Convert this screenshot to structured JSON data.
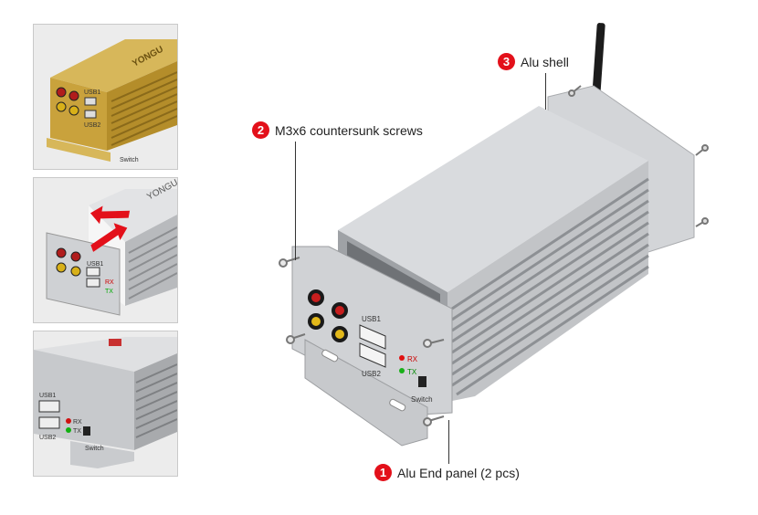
{
  "thumbnails": [
    {
      "brand": "YONGU",
      "labels": [
        "USB1",
        "USB2",
        "Switch"
      ]
    },
    {
      "brand": "YONGU",
      "labels": [
        "USB1",
        "RX",
        "TX"
      ]
    },
    {
      "labels": [
        "USB1",
        "USB2",
        "RX",
        "TX",
        "Switch"
      ]
    }
  ],
  "device_labels": {
    "usb1": "USB1",
    "usb2": "USB2",
    "rx": "RX",
    "tx": "TX",
    "switch": "Switch"
  },
  "callouts": [
    {
      "number": "1",
      "text": "Alu End panel (2 pcs)"
    },
    {
      "number": "2",
      "text": "M3x6 countersunk screws"
    },
    {
      "number": "3",
      "text": "Alu shell"
    }
  ],
  "colors": {
    "callout_badge": "#e3101a",
    "shell": "#c7c9cc",
    "gold_variant": "#c9a23c"
  }
}
